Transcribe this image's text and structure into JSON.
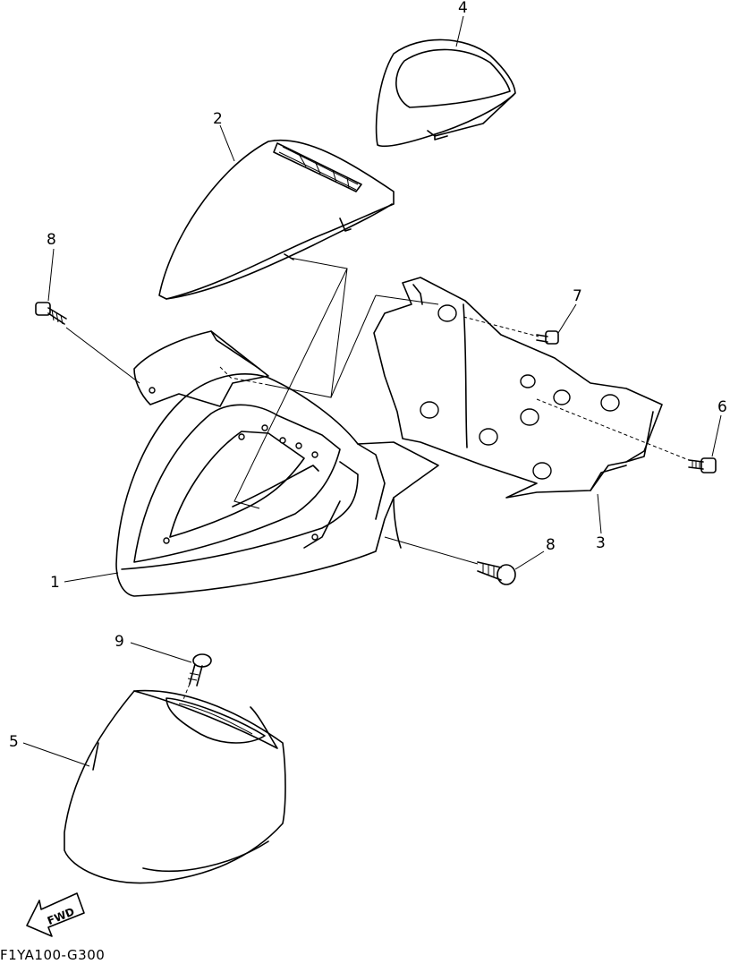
{
  "callouts": {
    "c1": "1",
    "c2": "2",
    "c3": "3",
    "c4": "4",
    "c5": "5",
    "c6": "6",
    "c7": "7",
    "c8a": "8",
    "c8b": "8",
    "c9": "9"
  },
  "direction_marker": "FWD",
  "diagram_code": "F1YA100-G300"
}
